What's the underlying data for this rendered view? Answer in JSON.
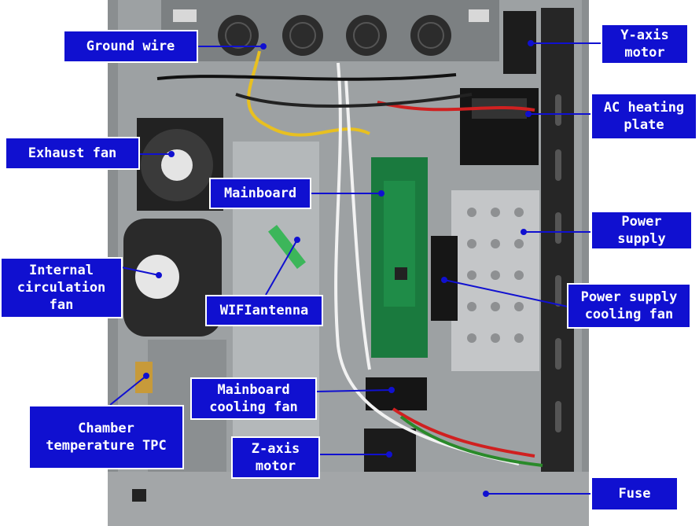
{
  "labels": {
    "ground_wire": "Ground wire",
    "y_axis_motor": "Y-axis\nmotor",
    "ac_heating_plate": "AC heating\nplate",
    "exhaust_fan": "Exhaust fan",
    "mainboard": "Mainboard",
    "power_supply": "Power\nsupply",
    "internal_circulation_fan": "Internal\ncirculation\nfan",
    "wifi_antenna": "WIFIantenna",
    "power_supply_cooling_fan": "Power supply\ncooling fan",
    "mainboard_cooling_fan": "Mainboard\ncooling fan",
    "chamber_temperature_tpc": "Chamber\ntemperature TPC",
    "z_axis_motor": "Z-axis\nmotor",
    "fuse": "Fuse"
  },
  "colors": {
    "label_bg": "#1010d0",
    "label_text": "#ffffff",
    "leader_line": "#1010d0"
  }
}
